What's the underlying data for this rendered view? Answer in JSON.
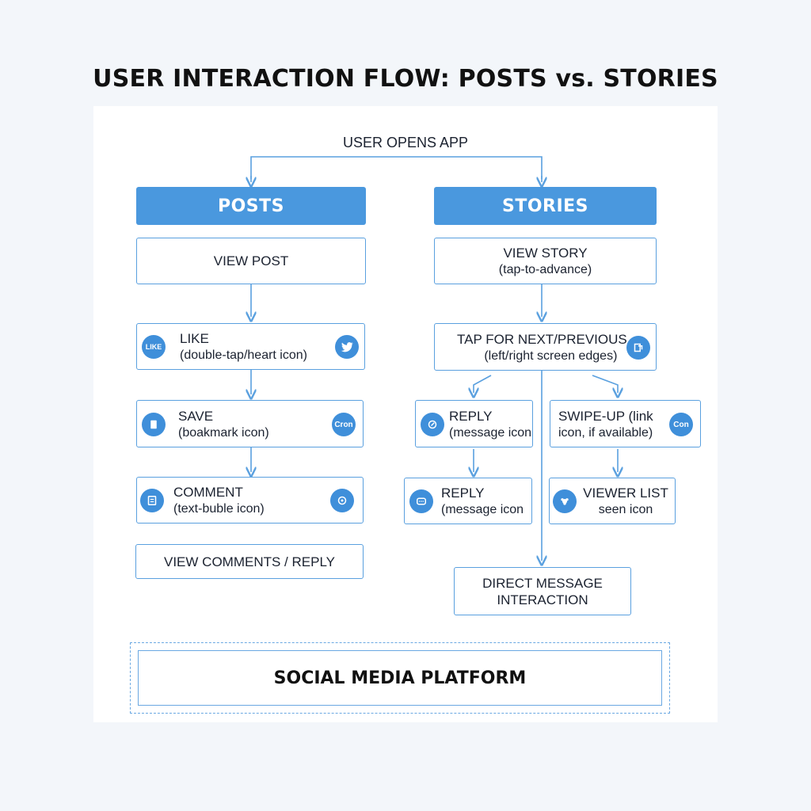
{
  "title": "USER INTERACTION FLOW: POSTS vs. STORIES",
  "start": "USER OPENS APP",
  "posts": {
    "header": "POSTS",
    "view": "VIEW POST",
    "like": {
      "l1": "LIKE",
      "l2": "(double-tap/heart icon)",
      "badge": "LIKE"
    },
    "save": {
      "l1": "SAVE",
      "l2": "(boakmark icon)",
      "badge": "Cron"
    },
    "comment": {
      "l1": "COMMENT",
      "l2": "(text-buble icon)"
    },
    "view_comments": "VIEW COMMENTS / REPLY"
  },
  "stories": {
    "header": "STORIES",
    "view": {
      "l1": "VIEW STORY",
      "l2": "(tap-to-advance)"
    },
    "tap": {
      "l1": "TAP FOR NEXT/PREVIOUS",
      "l2": "(left/right screen edges)"
    },
    "reply1": {
      "l1": "REPLY",
      "l2": "(message icon"
    },
    "swipe": {
      "l1": "SWIPE-UP (link",
      "l2": "icon, if available)",
      "badge": "Con"
    },
    "reply2": {
      "l1": "REPLY",
      "l2": "(message icon"
    },
    "viewer": {
      "l1": "VIEWER LIST",
      "l2": "seen icon"
    },
    "dm": {
      "l1": "DIRECT MESSAGE",
      "l2": "INTERACTION"
    }
  },
  "footer": "SOCIAL MEDIA PLATFORM",
  "colors": {
    "accent": "#4a98de",
    "line": "#5aa0df",
    "icon": "#3f8fda"
  }
}
